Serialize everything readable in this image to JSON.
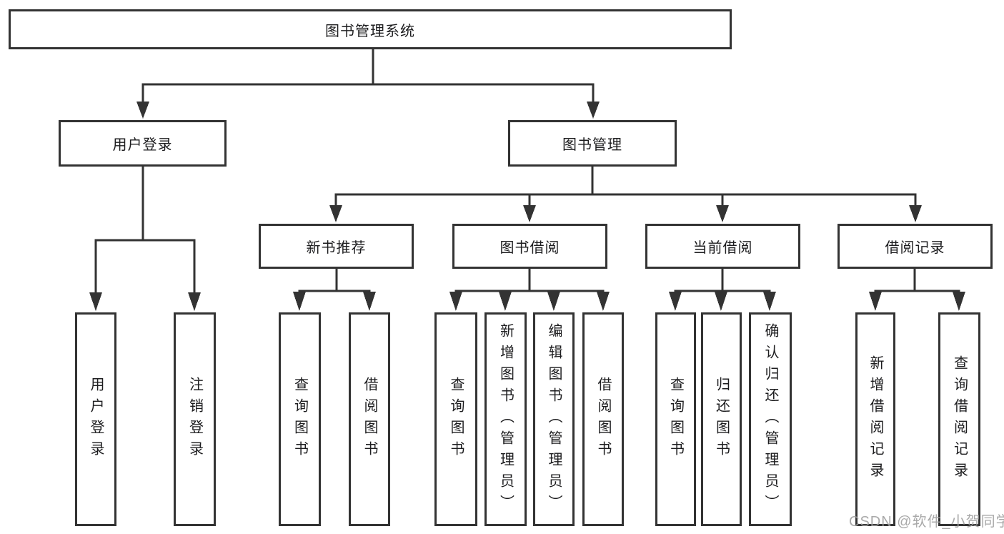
{
  "colors": {
    "line": "#333333",
    "text": "#1d1d1f",
    "watermark": "#a0a0a0",
    "background": "#ffffff"
  },
  "watermark": "CSDN @软件_小贺同学",
  "tree": {
    "root": "图书管理系统",
    "branches": [
      {
        "label": "用户登录",
        "children": [
          "用户登录",
          "注销登录"
        ]
      },
      {
        "label": "图书管理",
        "groups": [
          {
            "label": "新书推荐",
            "children": [
              "查询图书",
              "借阅图书"
            ]
          },
          {
            "label": "图书借阅",
            "children": [
              "查询图书",
              "新增图书（管理员）",
              "编辑图书（管理员）",
              "借阅图书"
            ]
          },
          {
            "label": "当前借阅",
            "children": [
              "查询图书",
              "归还图书",
              "确认归还（管理员）"
            ]
          },
          {
            "label": "借阅记录",
            "children": [
              "新增借阅记录",
              "查询借阅记录"
            ]
          }
        ]
      }
    ]
  }
}
